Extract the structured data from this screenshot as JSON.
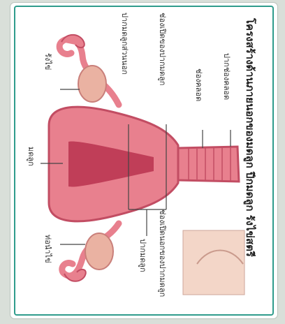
{
  "title": "โครงสร้างด้านภายนอกของมดลูก ปีกมดลูก รังไข่สตรี",
  "labels": {
    "ovary": "รังไข่",
    "uterus": "มดลูก",
    "fallopian_tube": "ท่อนำไข่",
    "cervix": "ปากมดลูก",
    "outer_os": "ปากมดลูกส่วนนอก",
    "internal_cervix_opening": "ช่องเปิดของปากมดลูก",
    "external_cervix_opening": "ช่องเปิดนอกของปากมดลูก",
    "vagina": "ช่องคลอด",
    "vagina_opening": "ปากช่องคลอด"
  },
  "colors": {
    "frame": "#2f9c8c",
    "tissue": "#e8808e",
    "tissue_dark": "#c24d63",
    "inner": "#b8324f",
    "ovary": "#eab2a2"
  }
}
